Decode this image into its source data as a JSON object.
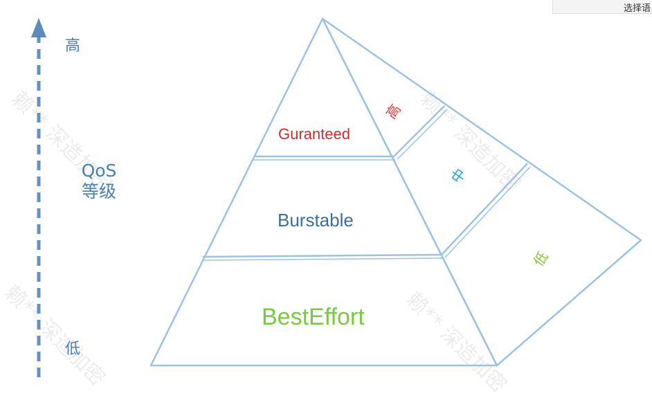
{
  "top_box": {
    "text": "选择语"
  },
  "axis": {
    "high_label": "高",
    "low_label": "低",
    "title_line1": "QoS",
    "title_line2": "等级"
  },
  "pyramid": {
    "levels": [
      {
        "name": "Guranteed",
        "color": "#d22b2b"
      },
      {
        "name": "Burstable",
        "color": "#3a6e9e"
      },
      {
        "name": "BestEffort",
        "color": "#7ac943"
      }
    ],
    "side_labels": [
      {
        "text": "高",
        "color": "#e23a3a"
      },
      {
        "text": "中",
        "color": "#1aa7e6"
      },
      {
        "text": "低",
        "color": "#8cc63f"
      }
    ],
    "line_color": "#9cc2e6"
  },
  "watermark": {
    "text": "赖** 深造加密"
  }
}
